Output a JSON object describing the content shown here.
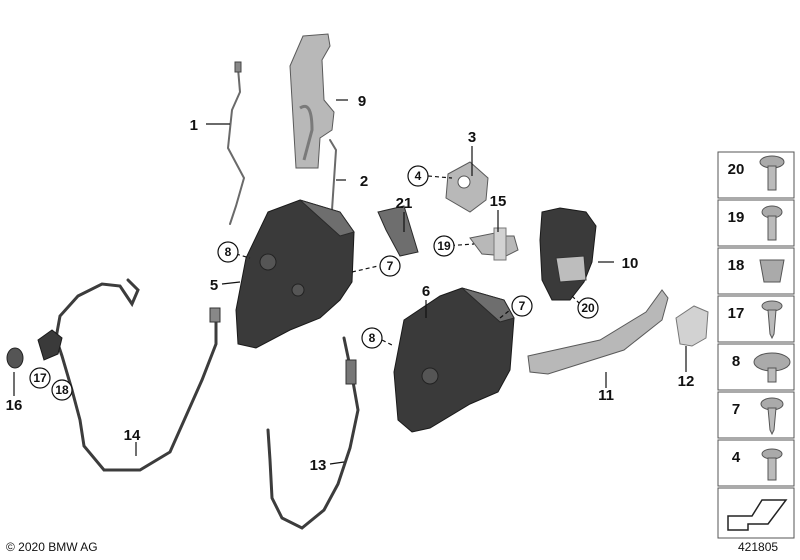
{
  "callouts": {
    "c1": "1",
    "c2": "2",
    "c3": "3",
    "c4": "4",
    "c5": "5",
    "c6": "6",
    "c7a": "7",
    "c7b": "7",
    "c8a": "8",
    "c8b": "8",
    "c9": "9",
    "c10": "10",
    "c11": "11",
    "c12": "12",
    "c13": "13",
    "c14": "14",
    "c15": "15",
    "c16": "16",
    "c17": "17",
    "c18": "18",
    "c19": "19",
    "c20": "20",
    "c21": "21"
  },
  "legend": {
    "items": [
      "20",
      "19",
      "18",
      "17",
      "8",
      "7",
      "4"
    ]
  },
  "footer": {
    "copyright": "© 2020 BMW AG",
    "diagram_number": "421805"
  }
}
